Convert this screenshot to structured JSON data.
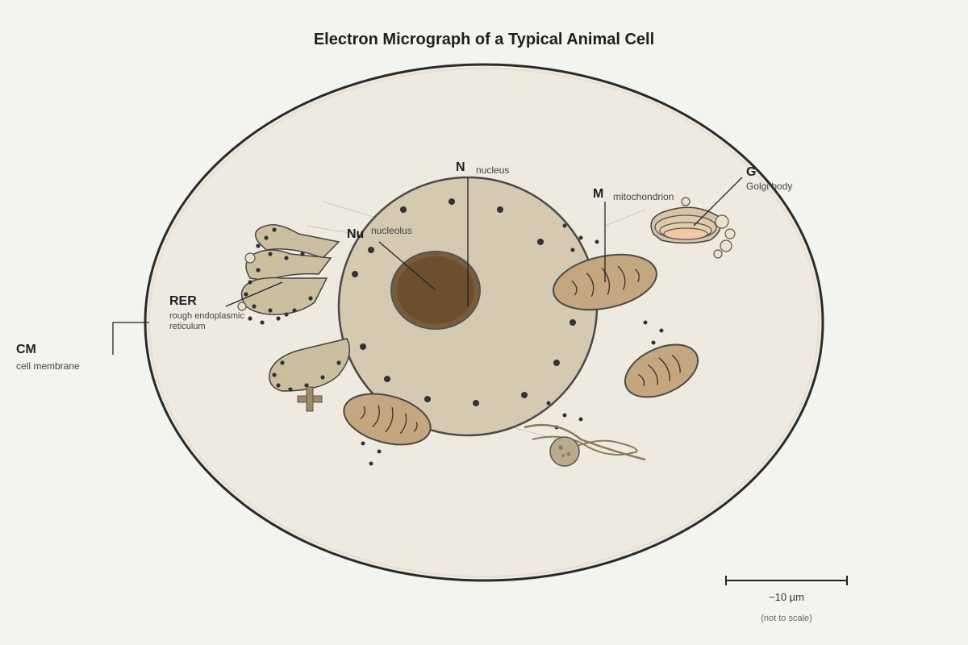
{
  "title": "Electron Micrograph of a Typical Animal Cell",
  "labels": {
    "nucleus": {
      "code": "N",
      "name": "nucleus"
    },
    "nucleolus": {
      "code": "Nu",
      "name": "nucleolus"
    },
    "mitochondrion": {
      "code": "M",
      "name": "mitochondrion"
    },
    "golgi": {
      "code": "G",
      "name": "Golgi body"
    },
    "rer": {
      "code": "RER",
      "name_line1": "rough endoplasmic",
      "name_line2": "reticulum"
    },
    "membrane": {
      "code": "CM",
      "name": "cell membrane"
    }
  },
  "scale_bar": {
    "label": "~10 µm",
    "note": "(not to scale)"
  },
  "colors": {
    "background": "#f4f4ee",
    "cytoplasm": "#efeadf",
    "nucleus": "#d5c9b1",
    "nucleolus": "#6b4f2f",
    "mitochondria": "#c4a67f",
    "er": "#cbbf9f",
    "outline": "#2a2a2a"
  }
}
